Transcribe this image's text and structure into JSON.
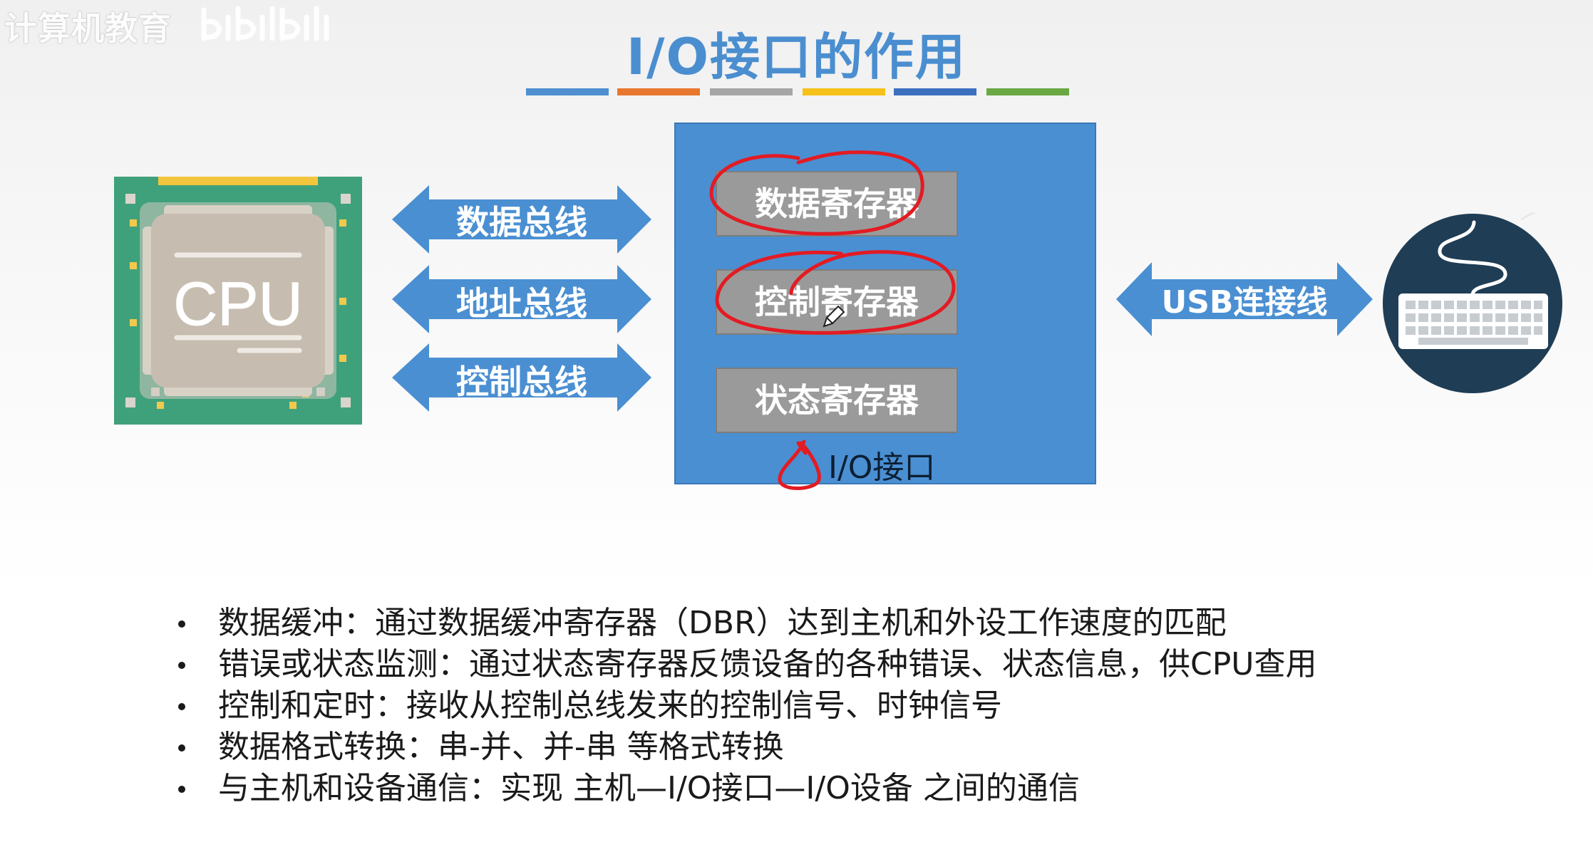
{
  "watermark": {
    "text": "计算机教育"
  },
  "title": "I/O接口的作用",
  "title_bar_colors": [
    "#4f8fcf",
    "#e8772e",
    "#a6a6a6",
    "#f6c118",
    "#3d6fbf",
    "#6aa843"
  ],
  "cpu": {
    "label": "CPU"
  },
  "buses": [
    "数据总线",
    "地址总线",
    "控制总线"
  ],
  "io_interface": {
    "registers": [
      "数据寄存器",
      "控制寄存器",
      "状态寄存器"
    ],
    "label": "I/O接口"
  },
  "usb": {
    "label": "USB连接线"
  },
  "colors": {
    "arrow": "#4a8fd2",
    "box": "#4a8fd2",
    "register": "#9a9a9a",
    "annotation": "#e31b23",
    "keyboard_bg": "#1f3d55"
  },
  "functions": [
    "数据缓冲：通过数据缓冲寄存器（DBR）达到主机和外设工作速度的匹配",
    "错误或状态监测：通过状态寄存器反馈设备的各种错误、状态信息，供CPU查用",
    "控制和定时：接收从控制总线发来的控制信号、时钟信号",
    "数据格式转换：串-并、并-串 等格式转换",
    "与主机和设备通信：实现 主机—I/O接口—I/O设备 之间的通信"
  ]
}
